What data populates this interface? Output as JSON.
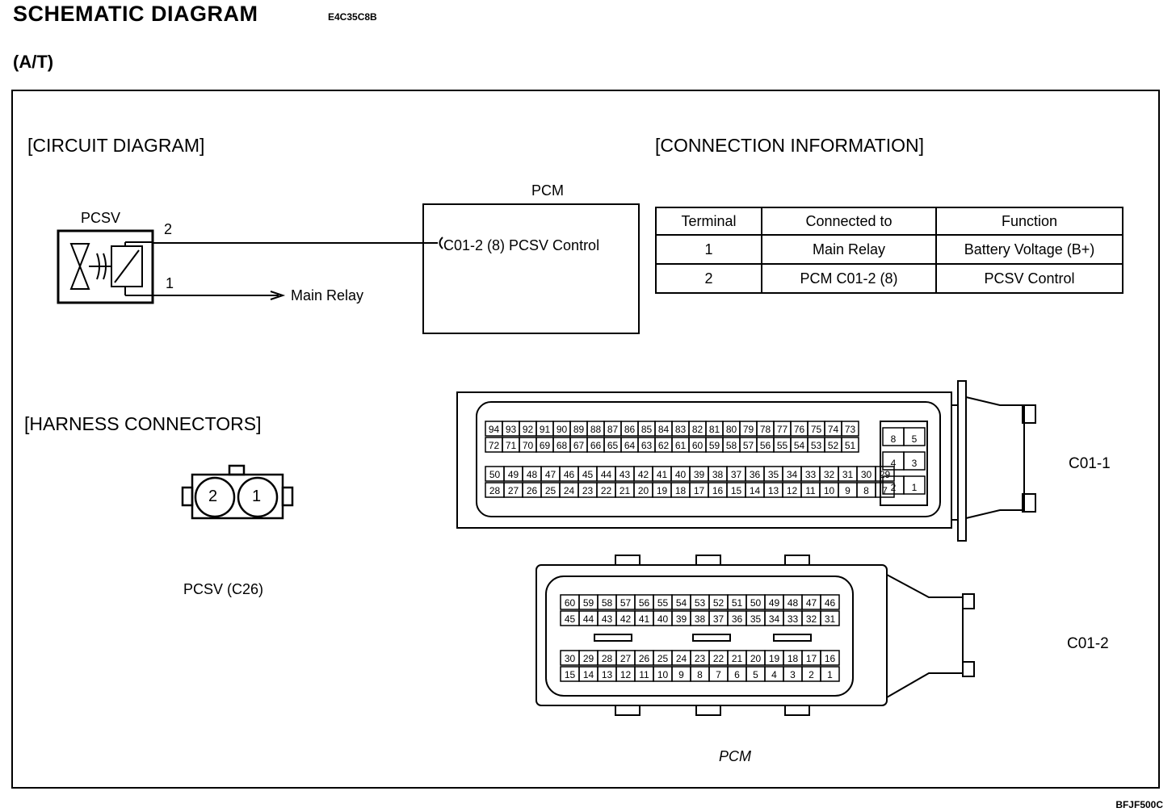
{
  "header": {
    "title": "SCHEMATIC DIAGRAM",
    "code": "E4C35C8B",
    "variant": "(A/T)"
  },
  "sections": {
    "circuit": "[CIRCUIT DIAGRAM]",
    "connection": "[CONNECTION INFORMATION]",
    "harness": "[HARNESS CONNECTORS]"
  },
  "circuit": {
    "pcsv_label": "PCSV",
    "pin2_label": "2",
    "pin1_label": "1",
    "main_relay_label": "Main Relay",
    "pcm_label": "PCM",
    "pcm_pin_text": "C01-2 (8) PCSV Control"
  },
  "connection_table": {
    "headers": [
      "Terminal",
      "Connected to",
      "Function"
    ],
    "rows": [
      [
        "1",
        "Main Relay",
        "Battery Voltage (B+)"
      ],
      [
        "2",
        "PCM C01-2 (8)",
        "PCSV Control"
      ]
    ]
  },
  "harness": {
    "pcsv_connector_label": "PCSV (C26)",
    "pcsv_pins": [
      "2",
      "1"
    ],
    "c011_label": "C01-1",
    "c012_label": "C01-2",
    "pcm_label": "PCM"
  },
  "footer": {
    "code": "BFJF500C"
  }
}
